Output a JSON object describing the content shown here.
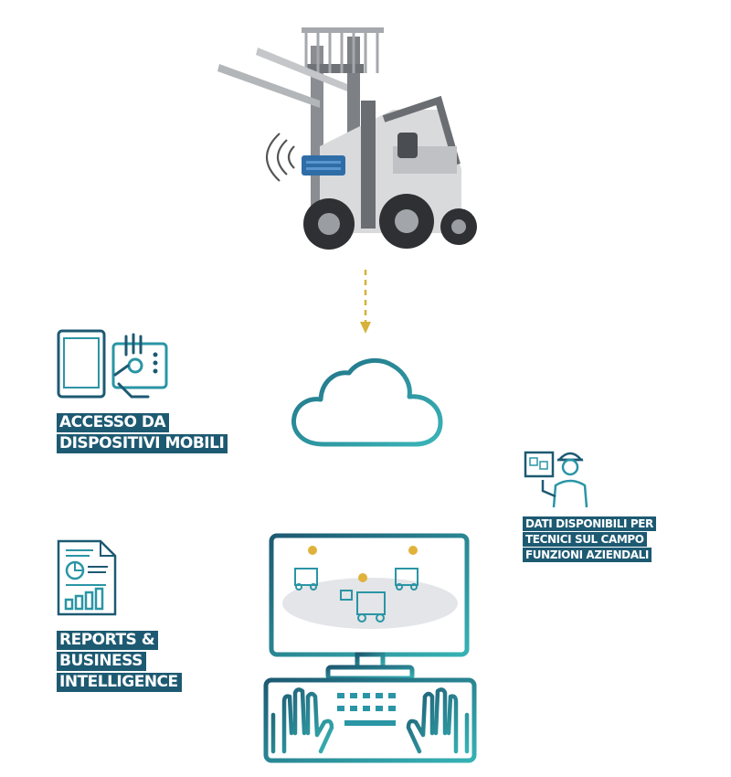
{
  "colors": {
    "teal": "#2a95a5",
    "dark_teal": "#1d5a72",
    "label_bg": "#1d5a72",
    "arrow_gold": "#d6b23a",
    "forklift_gray": "#9a9da1",
    "device_blue": "#2f6da8"
  },
  "forklift": {
    "icon": "forklift-with-wireless-device"
  },
  "cloud": {
    "icon": "cloud-icon"
  },
  "mobile_access": {
    "icon": "tablet-and-hand-icon",
    "lines": [
      "ACCESSO DA",
      "DISPOSITIVI MOBILI"
    ]
  },
  "technicians": {
    "icon": "technician-icon",
    "lines": [
      "DATI DISPONIBILI PER",
      "TECNICI SUL CAMPO",
      "FUNZIONI AZIENDALI"
    ]
  },
  "reports": {
    "icon": "report-document-icon",
    "lines": [
      "REPORTS &",
      "BUSINESS",
      "INTELLIGENCE"
    ]
  },
  "workstation": {
    "icon": "computer-workstation-icon"
  }
}
